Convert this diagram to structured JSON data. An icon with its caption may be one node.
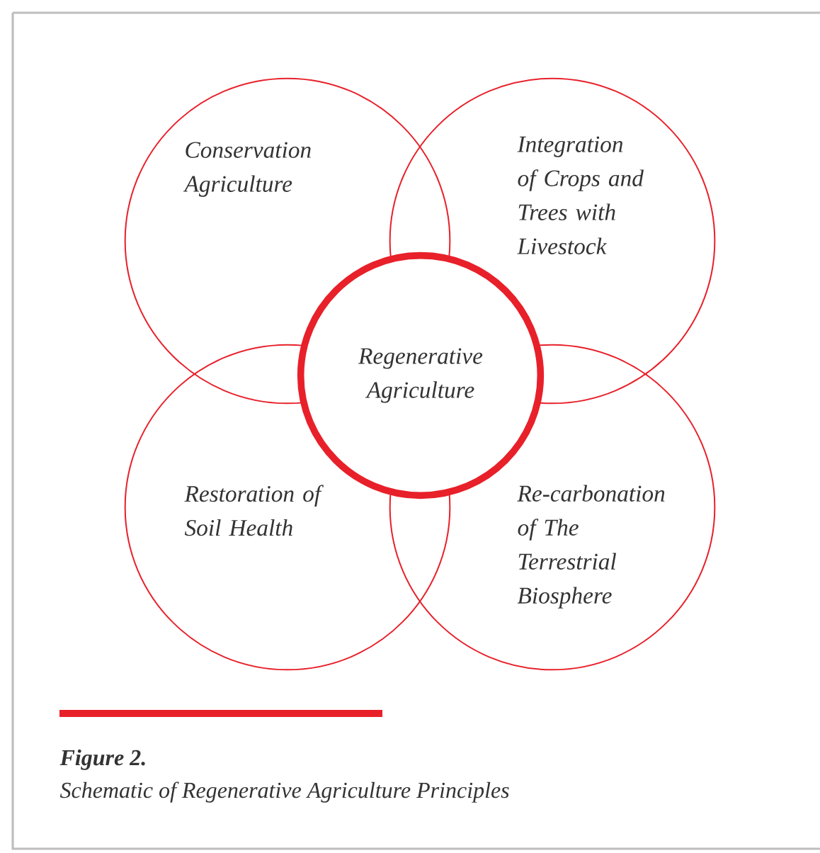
{
  "diagram": {
    "caption": "Schematic of Regenerative Agriculture Principles",
    "nodes": [
      {
        "text": [
          "Conservation Agriculture"
        ]
      },
      {
        "text": [
          "Integration of Crops and Trees with Livestock"
        ]
      },
      {
        "text": [
          "Regenerative Agriculture"
        ]
      },
      {
        "text": [
          "Restoration of Soil Health"
        ]
      },
      {
        "text": [
          "Re-carbonation of The Terrestrial Biosphere"
        ]
      }
    ],
    "labels": [
      "Figure 2."
    ]
  }
}
